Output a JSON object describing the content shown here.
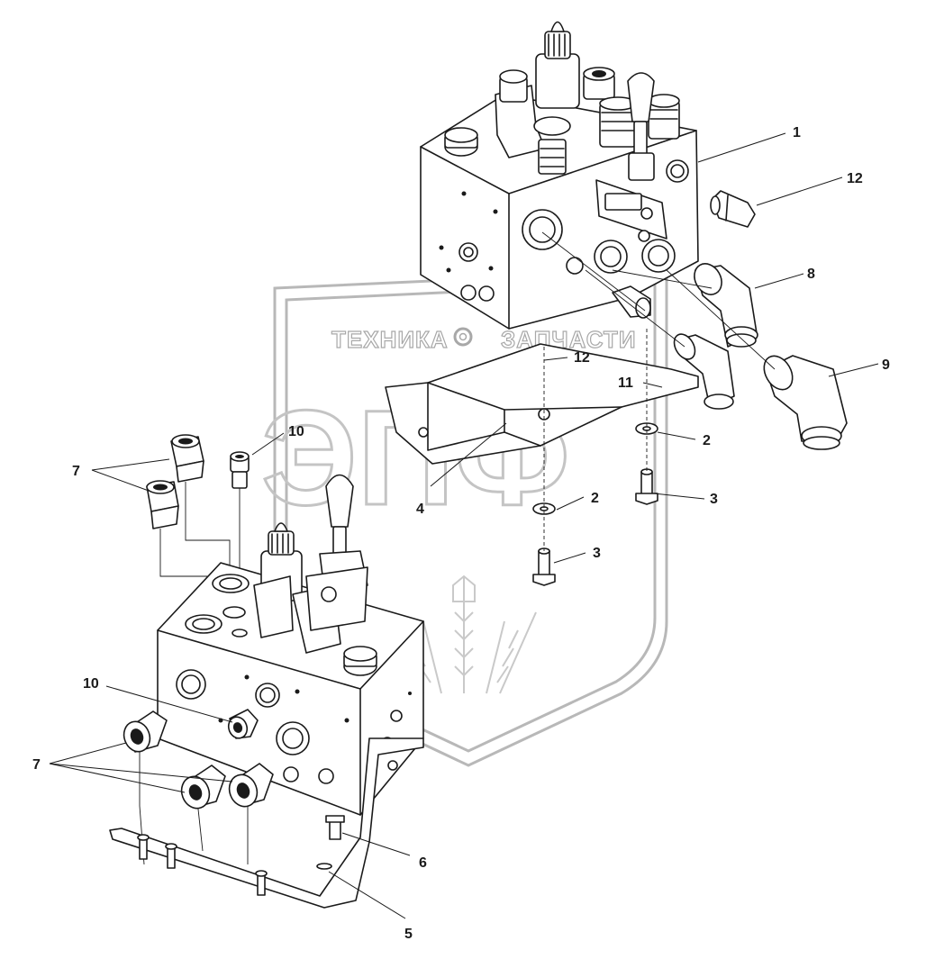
{
  "watermark": {
    "left_word": "ТЕХНИКА",
    "right_word": "ЗАПЧАСТИ",
    "big_letters": "ЭПФ"
  },
  "callouts": {
    "c1": "1",
    "c12_top": "12",
    "c8": "8",
    "c9": "9",
    "c12_mid": "12",
    "c11": "11",
    "c2_upper": "2",
    "c3_upper": "3",
    "c10_upper": "10",
    "c7_upper": "7",
    "c4": "4",
    "c2_lower": "2",
    "c3_lower": "3",
    "c10_lower": "10",
    "c7_lower": "7",
    "c6": "6",
    "c5": "5"
  }
}
